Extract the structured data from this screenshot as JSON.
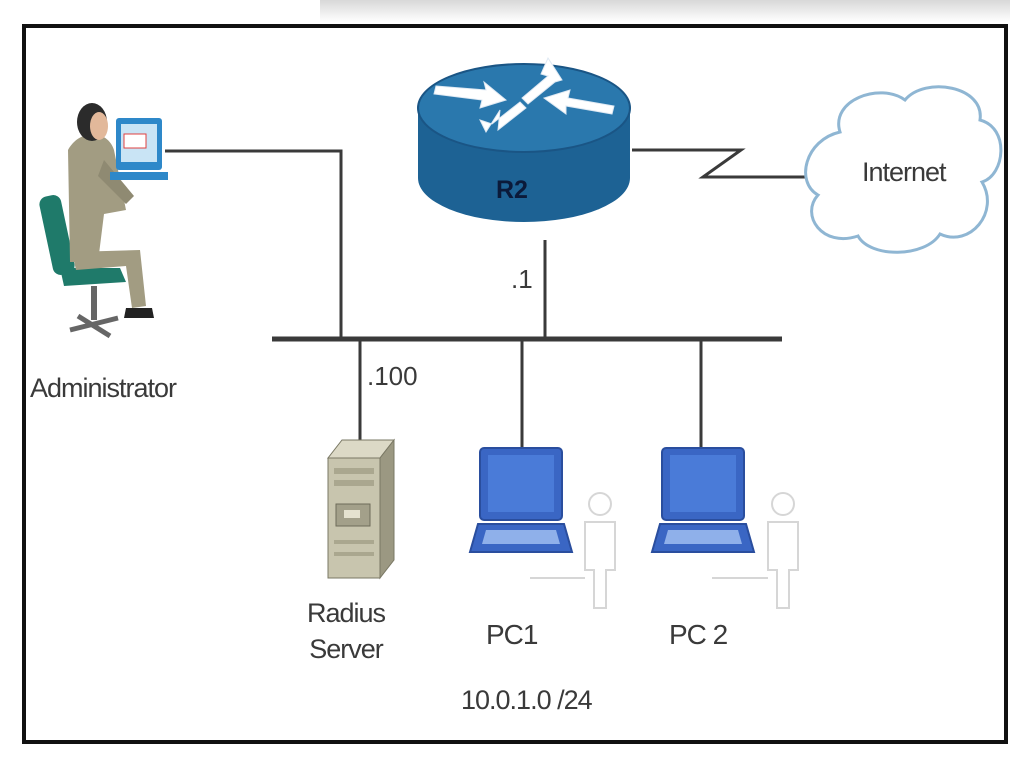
{
  "diagram": {
    "nodes": {
      "administrator": {
        "label": "Administrator"
      },
      "router": {
        "label": "R2",
        "ip_suffix": ".1"
      },
      "internet": {
        "label": "Internet"
      },
      "radius_server": {
        "label": "Radius Server",
        "ip_suffix": ".100"
      },
      "pc1": {
        "label": "PC1"
      },
      "pc2": {
        "label": "PC 2"
      }
    },
    "subnet": "10.0.1.0 /24",
    "edges": [
      {
        "from": "administrator",
        "to": "lan_bus"
      },
      {
        "from": "router",
        "to": "lan_bus"
      },
      {
        "from": "router",
        "to": "internet",
        "style": "serial"
      },
      {
        "from": "radius_server",
        "to": "lan_bus"
      },
      {
        "from": "pc1",
        "to": "lan_bus"
      },
      {
        "from": "pc2",
        "to": "lan_bus"
      }
    ],
    "colors": {
      "router_body": "#1d6294",
      "router_top": "#2a78ad",
      "pc_screen": "#3a66c4",
      "cable": "#3a3a3a",
      "cloud_stroke": "#8fb6d3",
      "border": "#111111"
    }
  }
}
